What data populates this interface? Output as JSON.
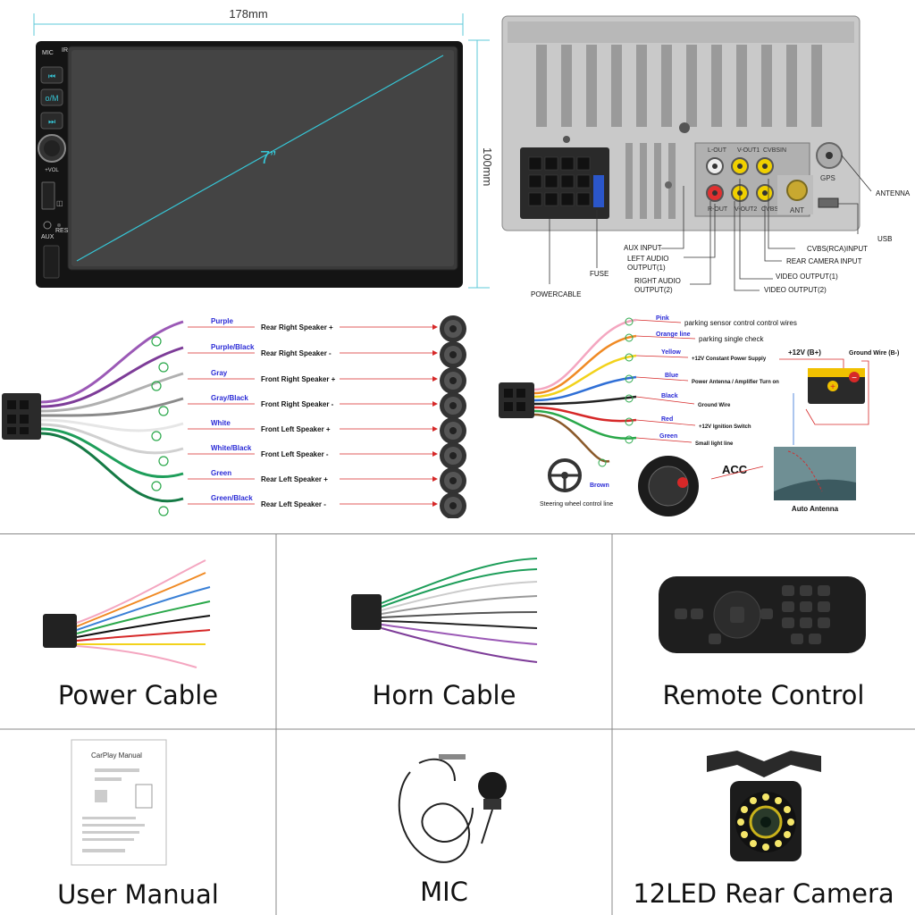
{
  "front": {
    "width_label": "178mm",
    "height_label": "100mm",
    "screen_label": "7”",
    "mic_label": "MIC",
    "ir_label": "IR",
    "mode_label": "o/M",
    "vol_label": "+VOL",
    "aux_label": "AUX",
    "res_label": "RES"
  },
  "rear": {
    "port_top": [
      "L-OUT",
      "V-OUT1",
      "CVBSIN"
    ],
    "port_bottom": [
      "R-OUT",
      "V-OUT2",
      "CVBSIN"
    ],
    "ant_label": "ANT",
    "gps_label": "GPS",
    "callouts": {
      "antenna": "ANTENNA",
      "usb": "USB",
      "cvbs": "CVBS(RCA)INPUT",
      "rear_camera": "REAR CAMERA INPUT",
      "video_out1": "VIDEO OUTPUT(1)",
      "video_out2": "VIDEO OUTPUT(2)",
      "aux_input": "AUX INPUT",
      "left_audio": [
        "LEFT AUDIO",
        "OUTPUT(1)"
      ],
      "right_audio": [
        "RIGHT AUDIO",
        "OUTPUT(2)"
      ],
      "fuse": "FUSE",
      "powercable": "POWERCABLE"
    }
  },
  "speaker_wiring": [
    {
      "color_name": "Purple",
      "label": "Rear Right Speaker +",
      "hex": "#9b59b6"
    },
    {
      "color_name": "Purple/Black",
      "label": "Rear Right Speaker -",
      "hex": "#7d3c98"
    },
    {
      "color_name": "Gray",
      "label": "Front Right Speaker +",
      "hex": "#b0b0b0"
    },
    {
      "color_name": "Gray/Black",
      "label": "Front Right Speaker -",
      "hex": "#8a8a8a"
    },
    {
      "color_name": "White",
      "label": "Front Left Speaker +",
      "hex": "#e6e6e6"
    },
    {
      "color_name": "White/Black",
      "label": "Front Left Speaker -",
      "hex": "#d0d0d0"
    },
    {
      "color_name": "Green",
      "label": "Rear Left Speaker +",
      "hex": "#1e9e5a"
    },
    {
      "color_name": "Green/Black",
      "label": "Rear Left Speaker -",
      "hex": "#157a45"
    }
  ],
  "power_wiring": {
    "wires": [
      {
        "color_name": "Pink",
        "label": "parking sensor control control wires",
        "hex": "#f4a6c0"
      },
      {
        "color_name": "Orange line",
        "label": "parking single check",
        "hex": "#f08a24"
      },
      {
        "color_name": "Yellow",
        "label": "+12V Constant Power Supply",
        "hex": "#f2d21b"
      },
      {
        "color_name": "Blue",
        "label": "Power Antenna / Amplifier Turn on",
        "hex": "#2f6fd6"
      },
      {
        "color_name": "Black",
        "label": "Ground Wire",
        "hex": "#222222"
      },
      {
        "color_name": "Red",
        "label": "+12V Ignition Switch",
        "hex": "#d62828"
      },
      {
        "color_name": "Green",
        "label": "Small light line",
        "hex": "#2aa84a"
      },
      {
        "color_name": "Brown",
        "label": "Steering wheel control line",
        "hex": "#8b5a2b"
      }
    ],
    "battery_plus": "+12V  (B+)",
    "battery_ground": "Ground Wire (B-)",
    "acc_label": "ACC",
    "auto_antenna": "Auto Antenna"
  },
  "accessories": [
    {
      "label": "Power Cable"
    },
    {
      "label": "Horn Cable"
    },
    {
      "label": "Remote Control"
    },
    {
      "label": "User Manual",
      "manual_title": "CarPlay Manual"
    },
    {
      "label": "MIC"
    },
    {
      "label": "12LED Rear Camera"
    }
  ]
}
